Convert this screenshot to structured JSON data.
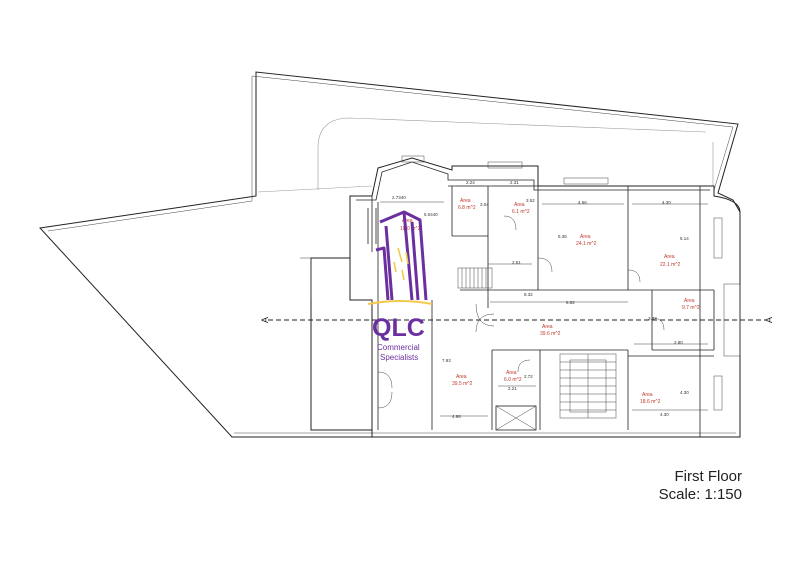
{
  "drawing": {
    "title": "First Floor",
    "scale": "Scale: 1:150",
    "section_marker": "A"
  },
  "logo": {
    "name": "QLC",
    "line1": "Commercial",
    "line2": "Specialists",
    "color_primary": "#6b2fa0",
    "color_accent": "#f2c94c"
  },
  "rooms": [
    {
      "label": "Area",
      "area": "6.8 m^2"
    },
    {
      "label": "Area",
      "area": "6.1 m^2"
    },
    {
      "label": "Area",
      "area": "18.0 m^2"
    },
    {
      "label": "Area",
      "area": "24.1 m^2"
    },
    {
      "label": "Area",
      "area": "22.1 m^2"
    },
    {
      "label": "Area",
      "area": "9.7 m^2"
    },
    {
      "label": "Area",
      "area": "39.6 m^2"
    },
    {
      "label": "Area",
      "area": "39.5 m^2"
    },
    {
      "label": "Area",
      "area": "6.0 m^2"
    },
    {
      "label": "Area",
      "area": "18.6 m^2"
    }
  ],
  "dimensions": [
    "2.7340",
    "5.0440",
    "2.24",
    "2.31",
    "3.04",
    "3.52",
    "4.56",
    "4.30",
    "5.14",
    "5.36",
    "2.51",
    "8.32",
    "6.82",
    "3.42",
    "2.80",
    "7.93",
    "2.72",
    "2.21",
    "4.30",
    "4.98",
    "4.30"
  ],
  "colors": {
    "area_label": "#c0392b",
    "walls": "#222222"
  }
}
